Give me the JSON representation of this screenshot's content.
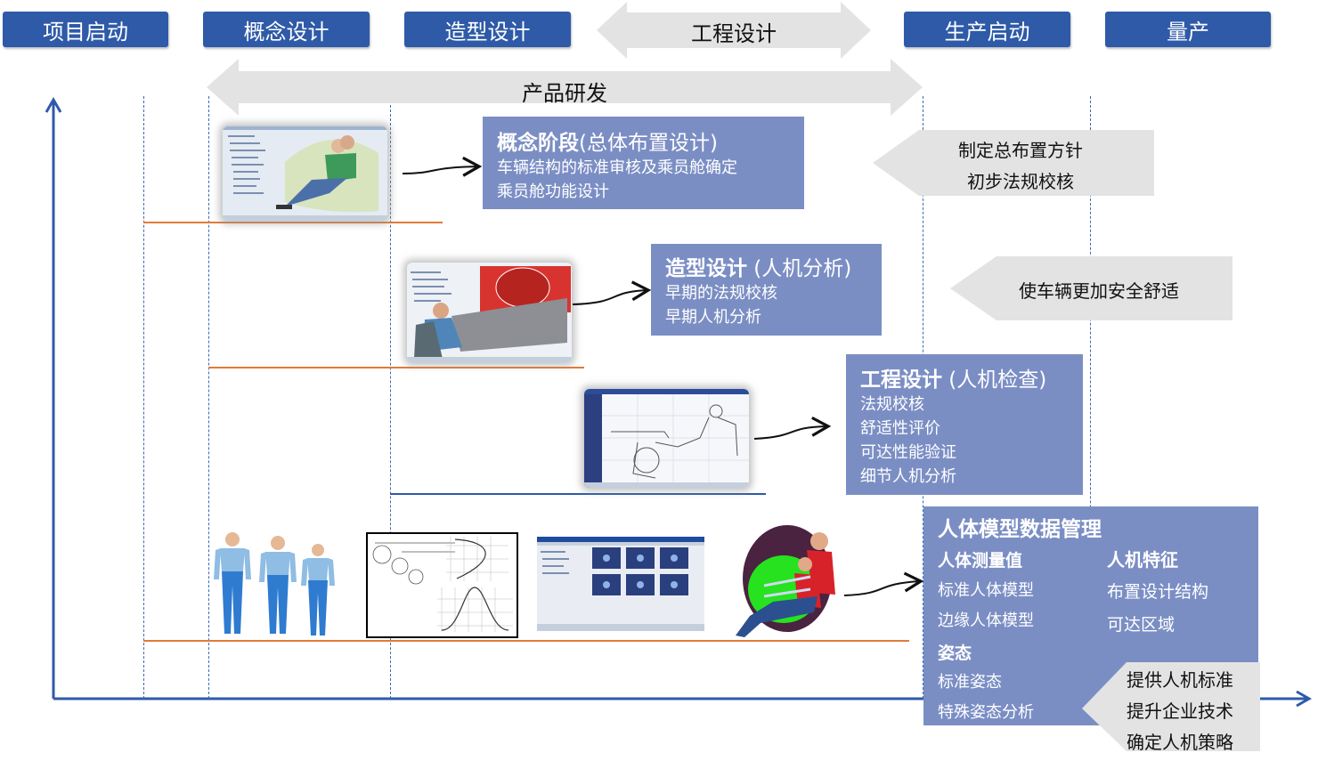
{
  "phases": [
    "项目启动",
    "概念设计",
    "造型设计",
    "工程设计",
    "生产启动",
    "量产"
  ],
  "product_dev": "产品研发",
  "concept": {
    "title": "概念阶段",
    "subtitle": "(总体布置设计)",
    "lines": [
      "车辆结构的标准审核及乘员舱确定",
      "乘员舱功能设计"
    ]
  },
  "styling": {
    "title": "造型设计",
    "subtitle": " (人机分析)",
    "lines": [
      "早期的法规校核",
      "早期人机分析"
    ]
  },
  "engineering": {
    "title": "工程设计",
    "subtitle": " (人机检查)",
    "lines": [
      "法规校核",
      "舒适性评价",
      "可达性能验证",
      "细节人机分析"
    ]
  },
  "note1": [
    "制定总布置方针",
    "初步法规校核"
  ],
  "note2": "使车辆更加安全舒适",
  "manikin": {
    "title": "人体模型数据管理",
    "col1_heading": "人体测量值",
    "col1_items": [
      "标准人体模型",
      "边缘人体模型"
    ],
    "col1_heading2": "姿态",
    "col1_items2": [
      "标准姿态",
      "特殊姿态分析"
    ],
    "col2_heading": "人机特征",
    "col2_items": [
      "布置设计结构",
      "可达区域"
    ]
  },
  "note3": [
    "提供人机标准",
    "提升企业技术",
    "确定人机策略"
  ],
  "colors": {
    "phase_blue": "#2e5aa8",
    "box_purple": "#7b8ec4",
    "arrow_gray": "#e3e3e3",
    "orange_line": "#e07b39",
    "axis_blue": "#2e5aa8"
  }
}
